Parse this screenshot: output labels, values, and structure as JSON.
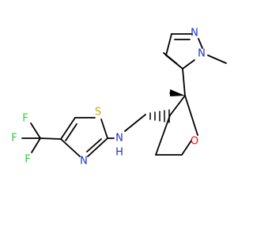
{
  "atoms": {
    "f1": "F",
    "f2": "F",
    "f3": "F",
    "s": "S",
    "n_thiazole": "N",
    "nh_n": "N",
    "nh_h": "H",
    "o": "O",
    "n_pyrazole_1": "N",
    "n_pyrazole_2": "N"
  },
  "colors": {
    "carbon_bond": "#000000",
    "fluorine": "#33cc33",
    "sulfur": "#b2b200",
    "nitrogen": "#1f2ecc",
    "oxygen": "#ff0000"
  }
}
